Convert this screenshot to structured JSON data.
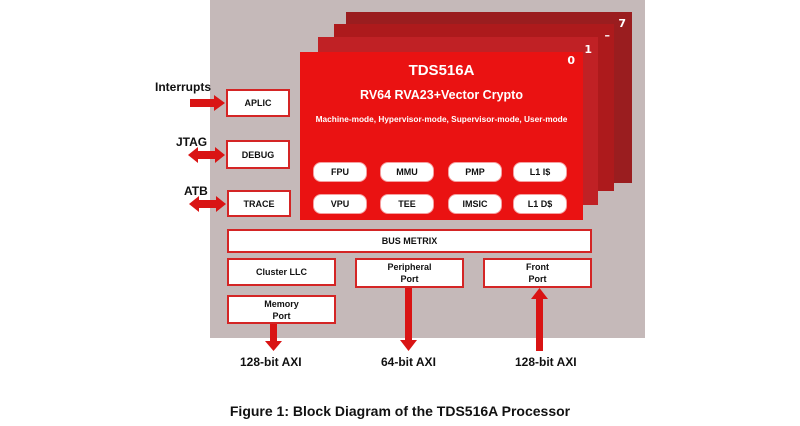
{
  "diagram": {
    "colors": {
      "background_panel": "#c5b9b9",
      "core_front": "#ea1212",
      "core_layer_1": "#c02125",
      "core_layer_mid": "#ad1a1c",
      "core_layer_7": "#9a1d1f",
      "box_border": "#d42525",
      "arrow": "#d91414"
    },
    "core_stack": {
      "layer_labels": [
        "0",
        "1",
        "–",
        "7"
      ],
      "title": "TDS516A",
      "subtitle": "RV64 RVA23+Vector Crypto",
      "modes": "Machine-mode, Hypervisor-mode, Supervisor-mode, User-mode",
      "units_row1": [
        "FPU",
        "MMU",
        "PMP",
        "L1 I$"
      ],
      "units_row2": [
        "VPU",
        "TEE",
        "IMSIC",
        "L1 D$"
      ]
    },
    "side_blocks": [
      {
        "label": "APLIC",
        "signal": "Interrupts",
        "direction": "in"
      },
      {
        "label": "DEBUG",
        "signal": "JTAG",
        "direction": "bidirectional"
      },
      {
        "label": "TRACE",
        "signal": "ATB",
        "direction": "bidirectional"
      }
    ],
    "bus": {
      "label": "BUS METRIX"
    },
    "bottom_blocks": {
      "cluster_llc": "Cluster LLC",
      "memory_port": [
        "Memory",
        "Port"
      ],
      "peripheral_port": [
        "Peripheral",
        "Port"
      ],
      "front_port": [
        "Front",
        "Port"
      ]
    },
    "interfaces": [
      {
        "label": "128-bit AXI",
        "direction": "out"
      },
      {
        "label": "64-bit AXI",
        "direction": "out"
      },
      {
        "label": "128-bit AXI",
        "direction": "in"
      }
    ],
    "caption": "Figure 1: Block Diagram of the TDS516A Processor"
  }
}
